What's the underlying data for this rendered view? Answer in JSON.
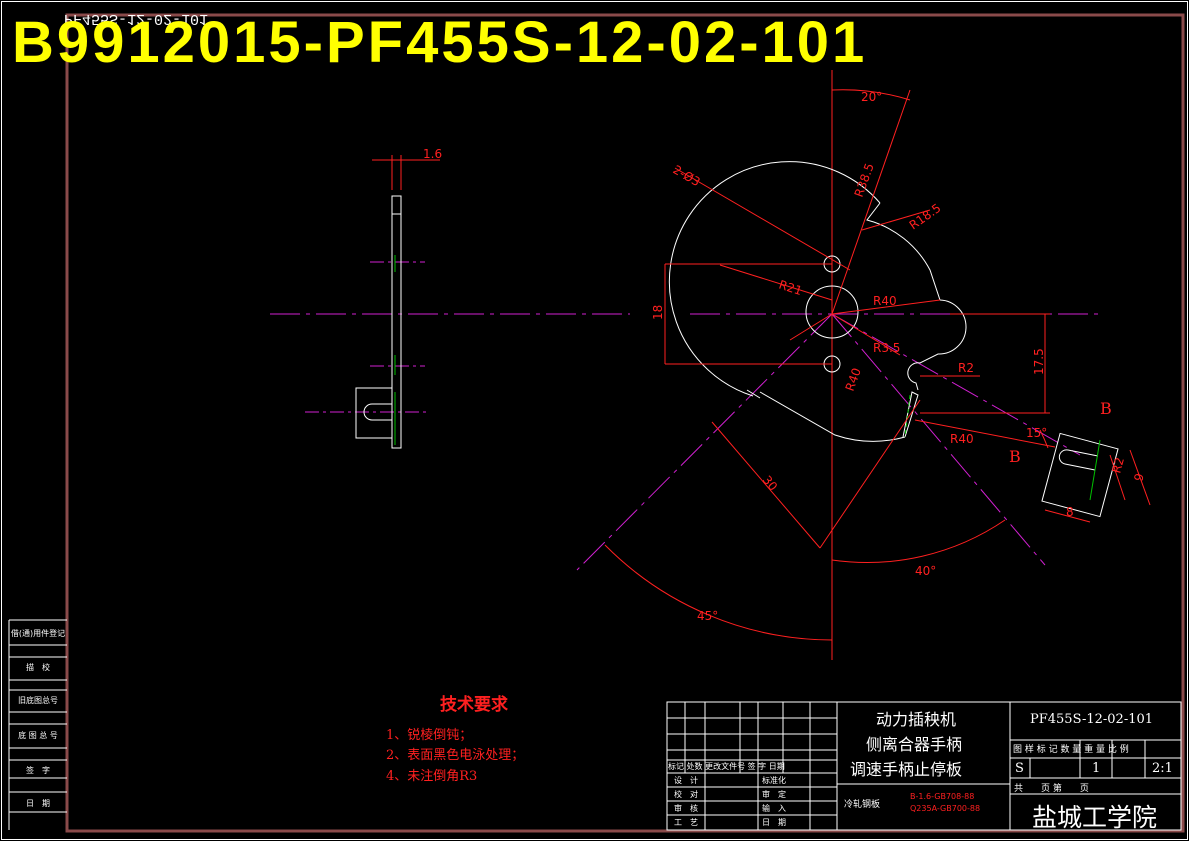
{
  "title_overlay": "B9912015-PF455S-12-02-101",
  "mirrored_title": "PF455S-12-02-101",
  "dimensions": {
    "thickness": "1.6",
    "hole_dia": "2-Ø3",
    "r38_5": "R38.5",
    "r18_5": "R18.5",
    "r21": "R21",
    "r40_a": "R40",
    "r40_b": "R40",
    "r40_c": "R40",
    "r3_5": "R3.5",
    "r2": "R2",
    "d18": "18",
    "d17_5": "17.5",
    "d30": "30",
    "a20": "20°",
    "a15": "15°",
    "a40": "40°",
    "a45": "45°",
    "section_b1": "B",
    "section_b2": "B",
    "d8": "8",
    "d9": "9",
    "d_slot": "R2"
  },
  "tech_requirements": {
    "heading": "技术要求",
    "items": [
      "1、锐棱倒钝；",
      "2、表面黑色电泳处理；",
      "4、未注倒角R3"
    ]
  },
  "side_table": [
    "借(通)用件登记",
    "描　校",
    "旧底图总号",
    "底 图 总 号",
    "签　字",
    "日　期"
  ],
  "title_block": {
    "part_name": [
      "动力插秧机",
      "侧离合器手柄",
      "调速手柄止停板"
    ],
    "drawing_no": "PF455S-12-02-101",
    "header_cols": "图 样 标 记   数 量  重 量 比 例",
    "mark": "S",
    "qty": "1",
    "scale": "2:1",
    "sheet": "共　　页  第　　页",
    "school": "盐城工学院",
    "material_label": "冷轧钢板",
    "material_spec": [
      "B-1.6-GB708-88",
      "Q235A-GB700-88"
    ],
    "rev_header": "标记 处数 更改文件号 签 字 日期",
    "roles_left": [
      "设　计",
      "校　对",
      "审　核",
      "工　艺"
    ],
    "roles_right": [
      "标准化",
      "审　定",
      "输　入",
      "日　期"
    ]
  }
}
